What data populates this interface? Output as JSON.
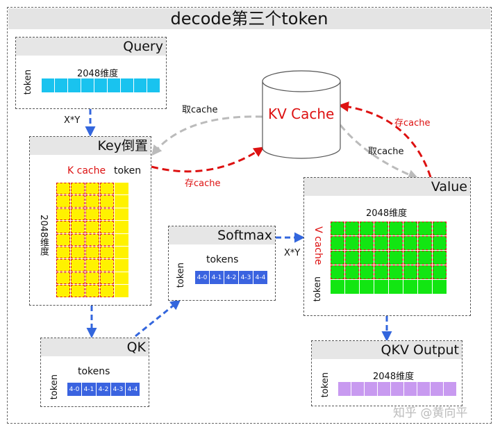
{
  "title": "decode第三个token",
  "colors": {
    "query": "#19c3ef",
    "key": "#fff200",
    "value": "#12e612",
    "tokens": "#3a63e0",
    "output": "#c89af0",
    "arrow_blue": "#3366dd",
    "arrow_red": "#dd1111",
    "arrow_gray": "#bbbbbb"
  },
  "query": {
    "title": "Query",
    "dim_label": "2048维度",
    "side_label": "token"
  },
  "key": {
    "title": "Key倒置",
    "cache_label": "K cache",
    "token_label": "token",
    "side_label": "2048维度"
  },
  "softmax": {
    "title": "Softmax",
    "header": "tokens",
    "side_label": "token",
    "cells": [
      "4-0",
      "4-1",
      "4-2",
      "4-3",
      "4-4"
    ]
  },
  "qk": {
    "title": "QK",
    "header": "tokens",
    "side_label": "token",
    "cells": [
      "4-0",
      "4-1",
      "4-2",
      "4-3",
      "4-4"
    ]
  },
  "value": {
    "title": "Value",
    "dim_label": "2048维度",
    "cache_label": "V cache",
    "side_label": "token"
  },
  "output": {
    "title": "QKV Output",
    "dim_label": "2048维度",
    "side_label": "token"
  },
  "kv_cache": {
    "label": "KV Cache"
  },
  "arrow_labels": {
    "qx": "X*Y",
    "vx": "X*Y",
    "fetch_left": "取cache",
    "fetch_right": "取cache",
    "store_left": "存cache",
    "store_right": "存cache"
  },
  "watermark": "知乎 @黄向平"
}
